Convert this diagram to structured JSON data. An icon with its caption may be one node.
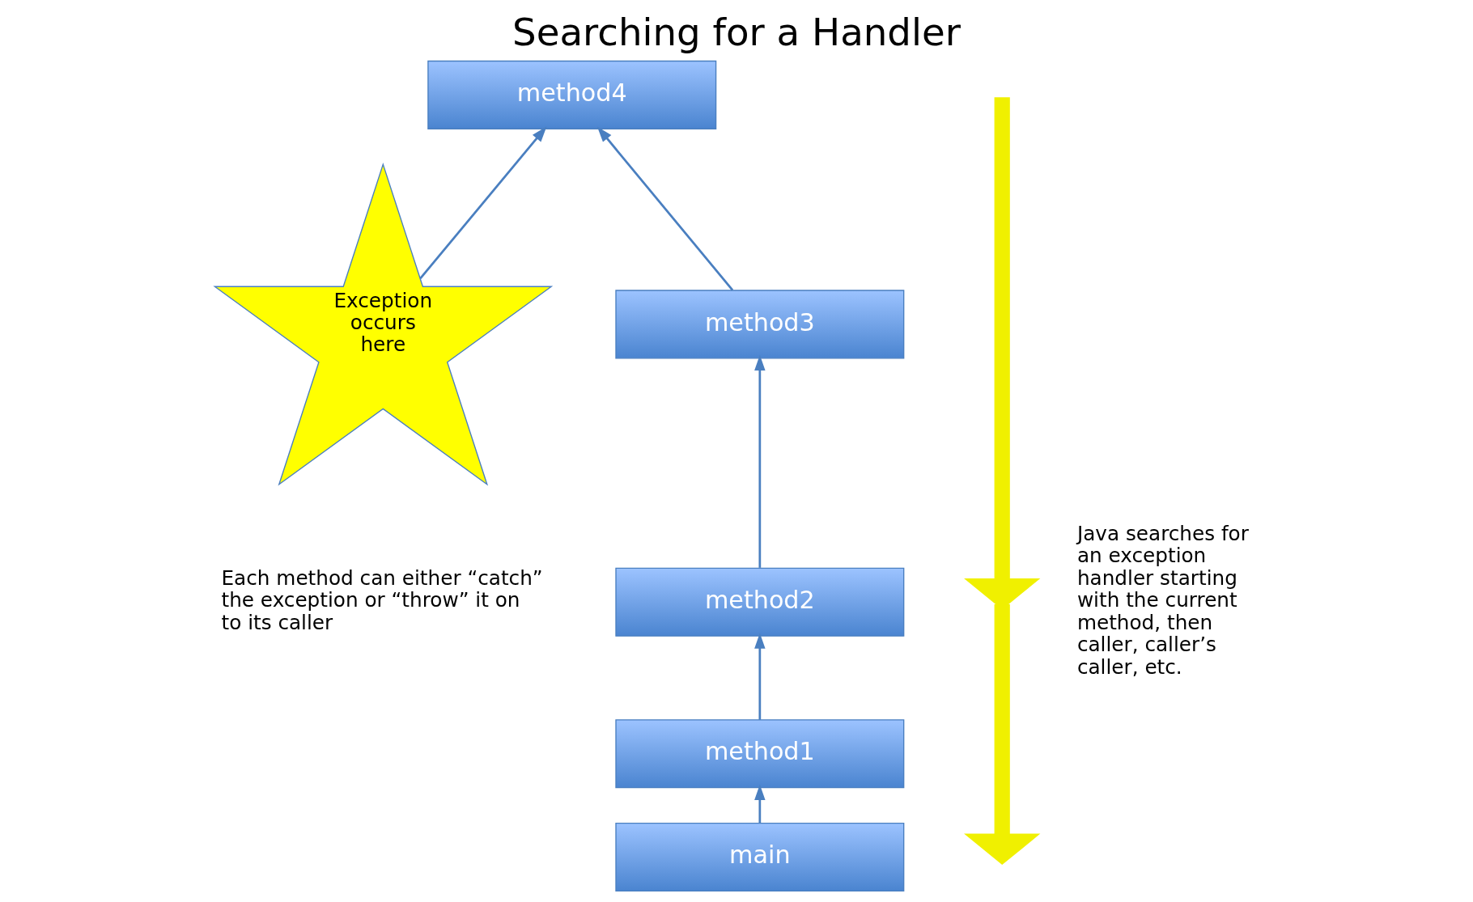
{
  "diagram": {
    "title": "Searching for a Handler",
    "nodes": [
      {
        "text": [
          "Exception occurs here"
        ]
      },
      {
        "text": [
          "method4"
        ]
      },
      {
        "text": [
          "method3"
        ]
      },
      {
        "text": [
          "method2"
        ]
      },
      {
        "text": [
          "method1"
        ]
      },
      {
        "text": [
          "main"
        ]
      }
    ],
    "edges": [
      {
        "from": 0,
        "to": 1,
        "arrow": "to"
      },
      {
        "from": 2,
        "to": 1,
        "arrow": "to"
      },
      {
        "from": 3,
        "to": 2,
        "arrow": "to"
      },
      {
        "from": 4,
        "to": 3,
        "arrow": "to"
      },
      {
        "from": 5,
        "to": 4,
        "arrow": "to"
      }
    ],
    "labels": [
      "Each method can either “catch” the exception or “throw” it on to its caller",
      "Java searches for an exception handler starting with the current method, then caller, caller’s caller, etc."
    ]
  }
}
